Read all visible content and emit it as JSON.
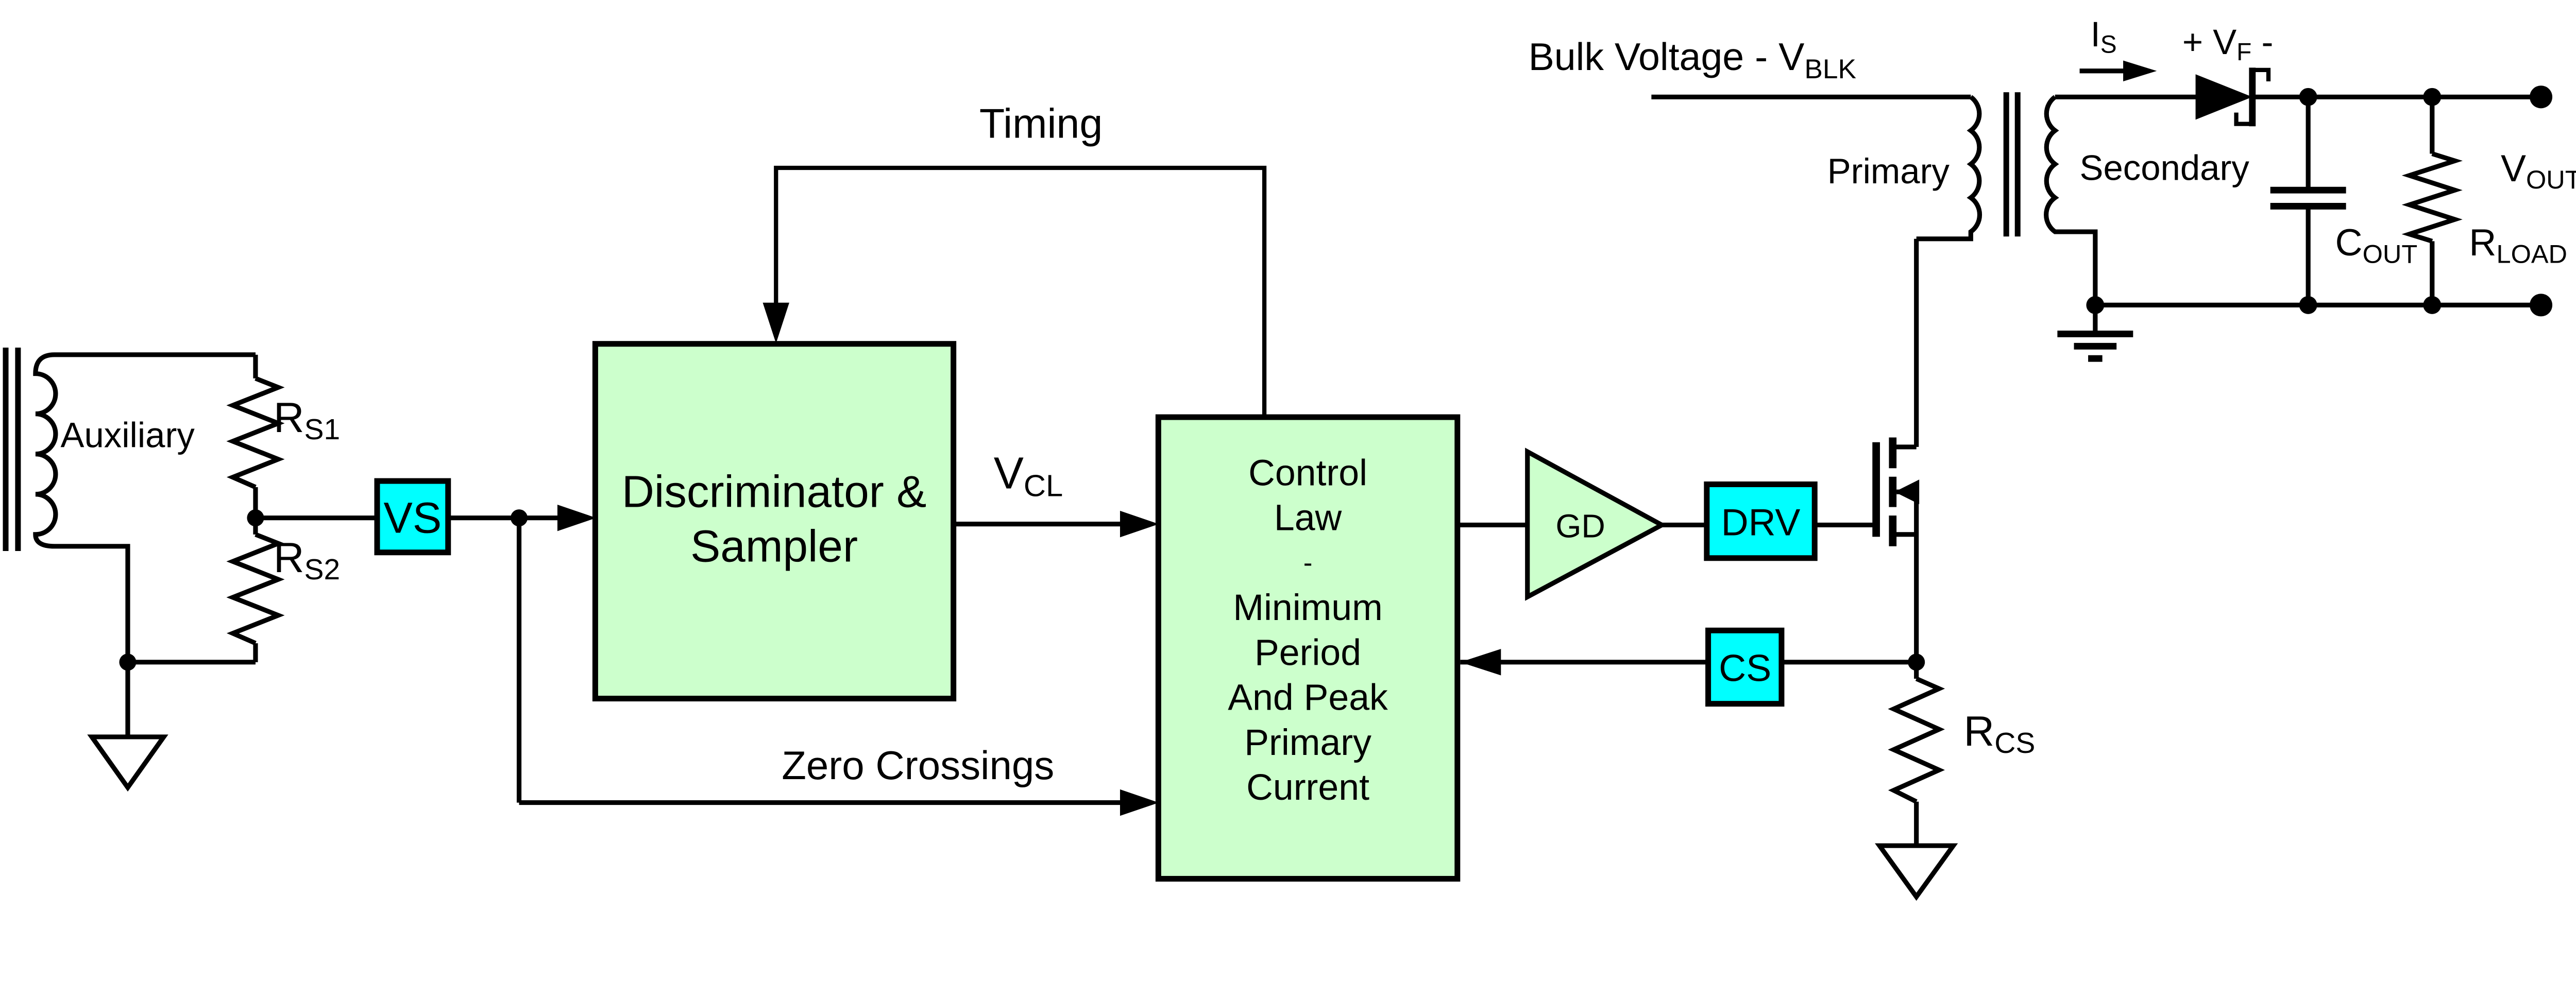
{
  "colors": {
    "block_green": "#CCFFCC",
    "accent_cyan": "#00FFFF",
    "line_black": "#000000",
    "background": "#FFFFFF"
  },
  "icons": {
    "arrowhead": "filled triangle signal-direction marker",
    "junction-dot": "filled circle wire junction",
    "terminal-dot": "filled circle output terminal",
    "ground-triangle": "open triangle ground symbol",
    "ground-earth": "three-bar earth ground symbol",
    "transformer-core": "double vertical bar magnetic core",
    "winding": "four-loop inductor winding",
    "resistor": "zigzag resistor",
    "capacitor": "two-plate capacitor",
    "schottky-diode": "filled triangle with hooked cathode bar",
    "nmos-transistor": "N-channel MOSFET symbol",
    "amplifier-triangle": "gate-drive amplifier triangle"
  },
  "labels": {
    "bulk_voltage": {
      "base": "Bulk Voltage - V",
      "sub": "BLK"
    },
    "primary": "Primary",
    "secondary": "Secondary",
    "auxiliary": "Auxiliary",
    "timing": "Timing",
    "zero_crossings": "Zero Crossings",
    "vcl": {
      "base": "V",
      "sub": "CL"
    },
    "is": {
      "base": "I",
      "sub": "S"
    },
    "vf": {
      "plus": "+ V",
      "sub": "F",
      "minus": " -"
    },
    "vout": {
      "base": "V",
      "sub": "OUT"
    },
    "cout": {
      "base": "C",
      "sub": "OUT"
    },
    "rload": {
      "base": "R",
      "sub": "LOAD"
    },
    "rs1": {
      "base": "R",
      "sub": "S1"
    },
    "rs2": {
      "base": "R",
      "sub": "S2"
    },
    "rcs": {
      "base": "R",
      "sub": "CS"
    }
  },
  "blocks": {
    "vs": {
      "label": "VS"
    },
    "gd": {
      "label": "GD"
    },
    "drv": {
      "label": "DRV"
    },
    "cs": {
      "label": "CS"
    },
    "discriminator": {
      "lines": [
        "Discriminator &",
        "Sampler"
      ]
    },
    "control_law": {
      "lines": [
        "Control",
        "Law",
        "-",
        "Minimum",
        "Period",
        "And Peak",
        "Primary",
        "Current"
      ]
    }
  }
}
